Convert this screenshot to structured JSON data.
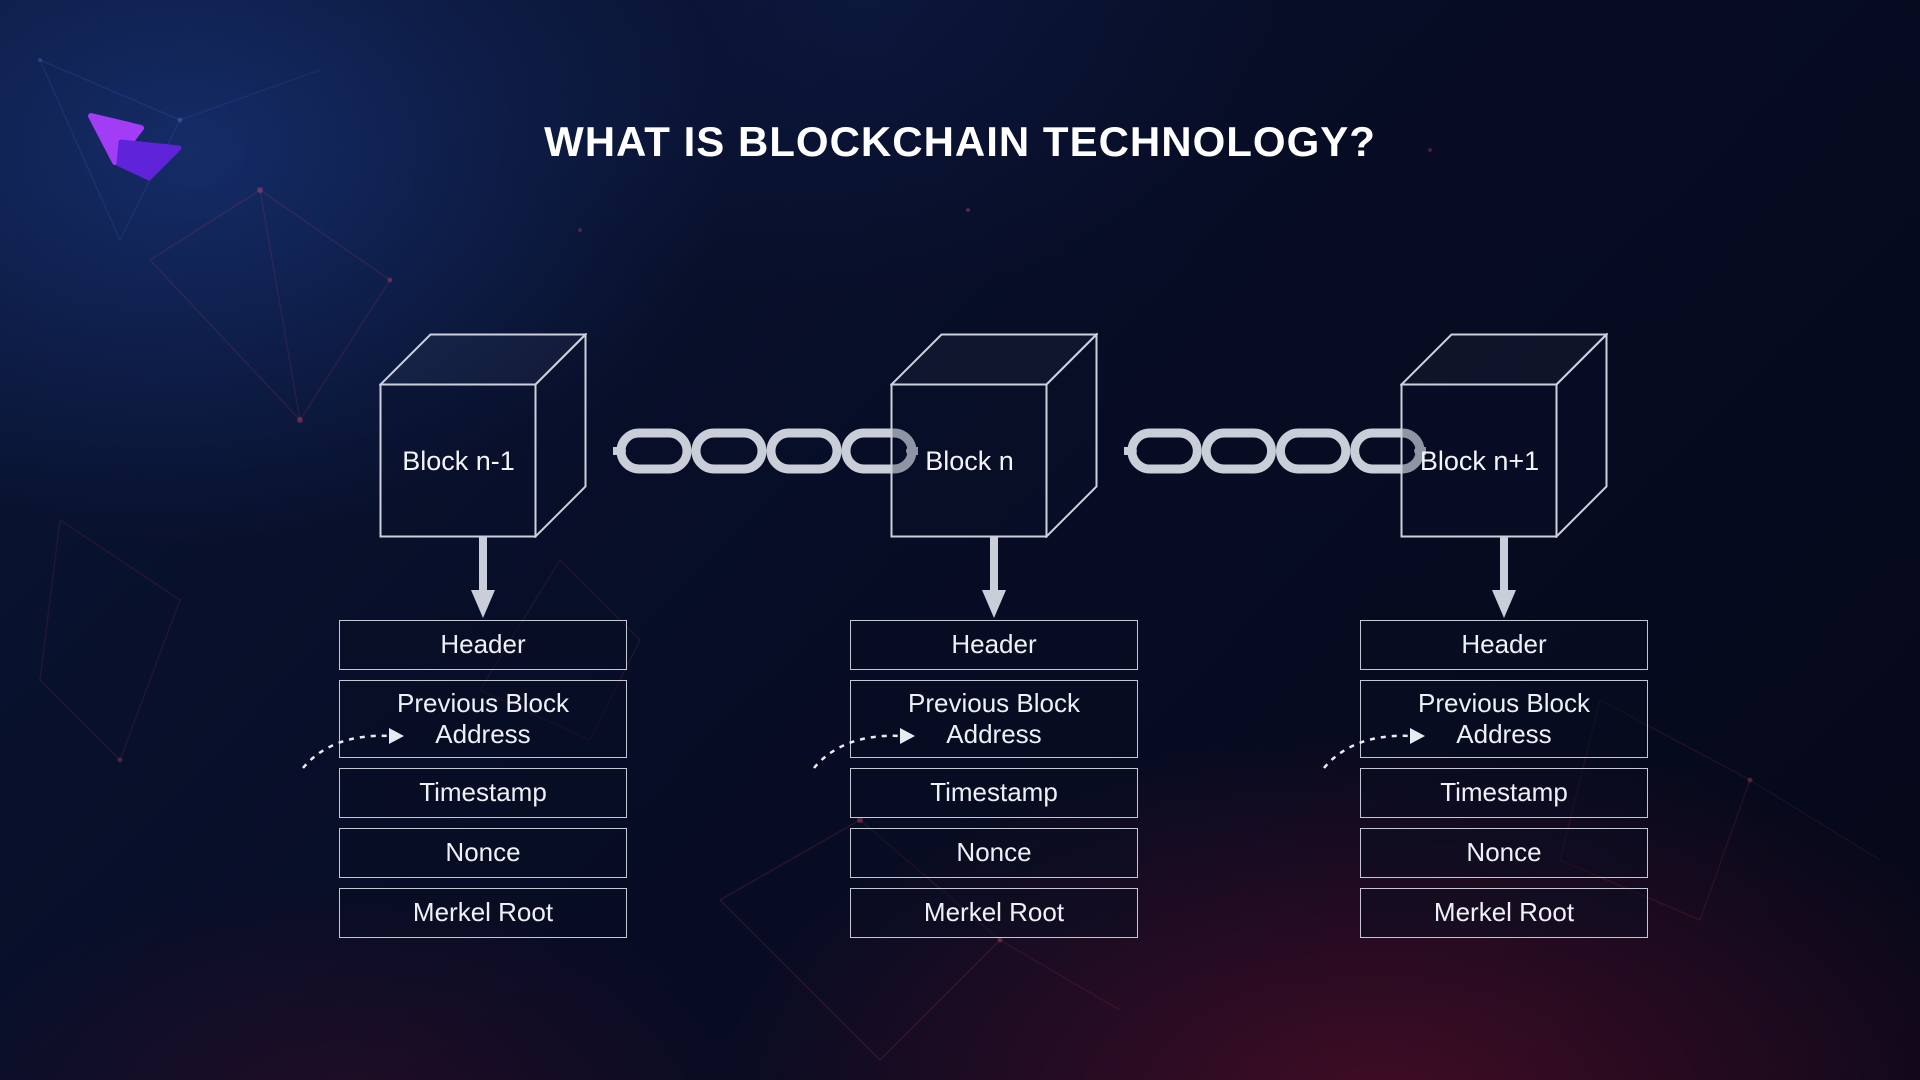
{
  "page": {
    "title": "WHAT IS BLOCKCHAIN TECHNOLOGY?"
  },
  "diagram": {
    "columns": [
      {
        "block_label": "Block n-1",
        "fields": [
          "Header",
          "Previous Block Address",
          "Timestamp",
          "Nonce",
          "Merkel Root"
        ]
      },
      {
        "block_label": "Block n",
        "fields": [
          "Header",
          "Previous Block Address",
          "Timestamp",
          "Nonce",
          "Merkel Root"
        ]
      },
      {
        "block_label": "Block n+1",
        "fields": [
          "Header",
          "Previous Block Address",
          "Timestamp",
          "Nonce",
          "Merkel Root"
        ]
      }
    ]
  },
  "colors": {
    "brand_purple_bright": "#a23df5",
    "brand_purple_dark": "#5f24d9",
    "diagram_line": "#c9ced9",
    "background_navy": "#0a1534",
    "background_glow_red": "#7a0e2c",
    "text": "#ffffff"
  }
}
